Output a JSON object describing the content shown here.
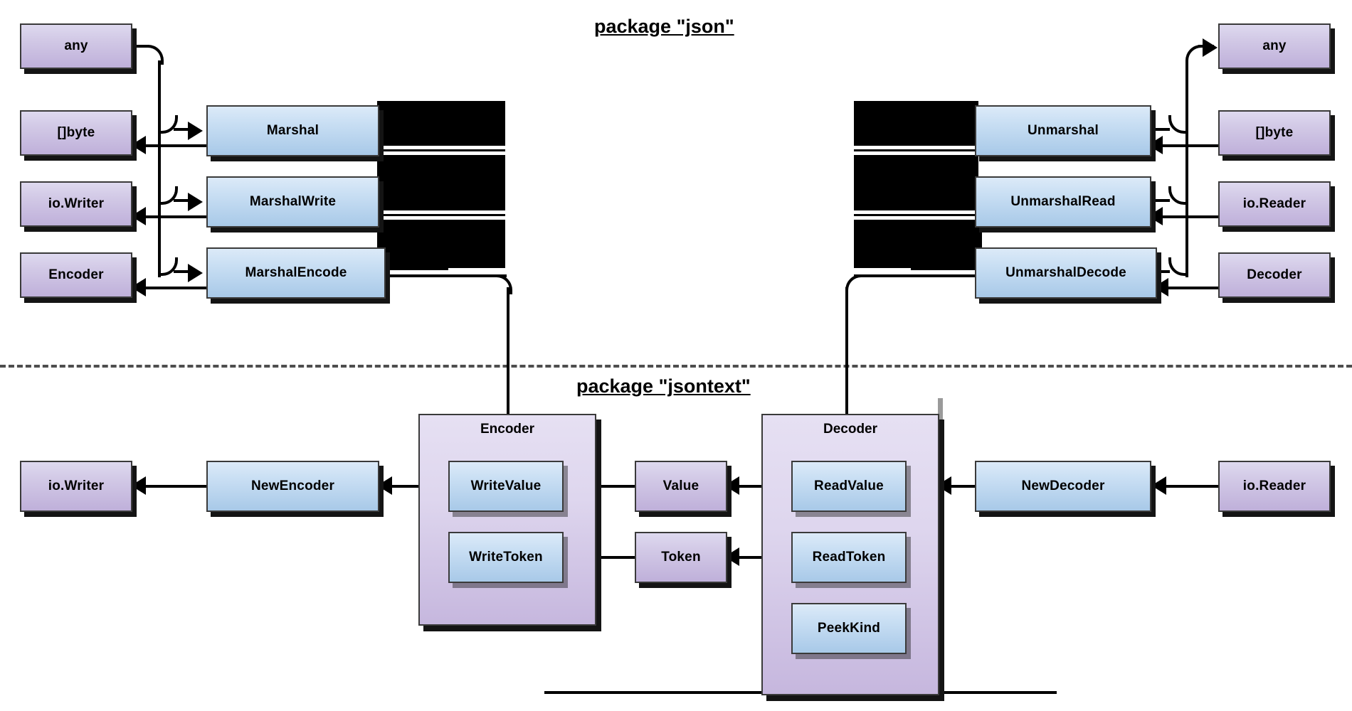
{
  "diagram": {
    "title_top": "package \"json\"",
    "title_bottom": "package \"jsontext\"",
    "packages": [
      {
        "name": "json",
        "label": "package \"json\""
      },
      {
        "name": "jsontext",
        "label": "package \"jsontext\""
      }
    ],
    "colors": {
      "type_box": "#c6b7de",
      "func_box": "#a8c9e8",
      "group_box": "#ded6ee",
      "border": "#3a3a3a",
      "connector": "#000000",
      "separator": "#9a9a9a",
      "artifact_block": "#000000"
    }
  },
  "json_package": {
    "marshal_side": {
      "inputs": [
        {
          "label": "any",
          "kind": "type"
        },
        {
          "label": "[]byte",
          "kind": "type"
        },
        {
          "label": "io.Writer",
          "kind": "type"
        },
        {
          "label": "Encoder",
          "kind": "type"
        }
      ],
      "functions": [
        {
          "label": "Marshal",
          "kind": "func"
        },
        {
          "label": "MarshalWrite",
          "kind": "func"
        },
        {
          "label": "MarshalEncode",
          "kind": "func"
        }
      ]
    },
    "unmarshal_side": {
      "inputs": [
        {
          "label": "any",
          "kind": "type"
        },
        {
          "label": "[]byte",
          "kind": "type"
        },
        {
          "label": "io.Reader",
          "kind": "type"
        },
        {
          "label": "Decoder",
          "kind": "type"
        }
      ],
      "functions": [
        {
          "label": "Unmarshal",
          "kind": "func"
        },
        {
          "label": "UnmarshalRead",
          "kind": "func"
        },
        {
          "label": "UnmarshalDecode",
          "kind": "func"
        }
      ]
    }
  },
  "jsontext_package": {
    "encoder_group": {
      "title": "Encoder",
      "methods": [
        {
          "label": "WriteValue",
          "kind": "func"
        },
        {
          "label": "WriteToken",
          "kind": "func"
        }
      ]
    },
    "decoder_group": {
      "title": "Decoder",
      "methods": [
        {
          "label": "ReadValue",
          "kind": "func"
        },
        {
          "label": "ReadToken",
          "kind": "func"
        },
        {
          "label": "PeekKind",
          "kind": "func"
        }
      ]
    },
    "middle_types": [
      {
        "label": "Value",
        "kind": "type"
      },
      {
        "label": "Token",
        "kind": "type"
      }
    ],
    "constructors": [
      {
        "label": "NewEncoder",
        "kind": "func"
      },
      {
        "label": "NewDecoder",
        "kind": "func"
      }
    ],
    "io_types": [
      {
        "label": "io.Writer",
        "kind": "type"
      },
      {
        "label": "io.Reader",
        "kind": "type"
      }
    ]
  }
}
